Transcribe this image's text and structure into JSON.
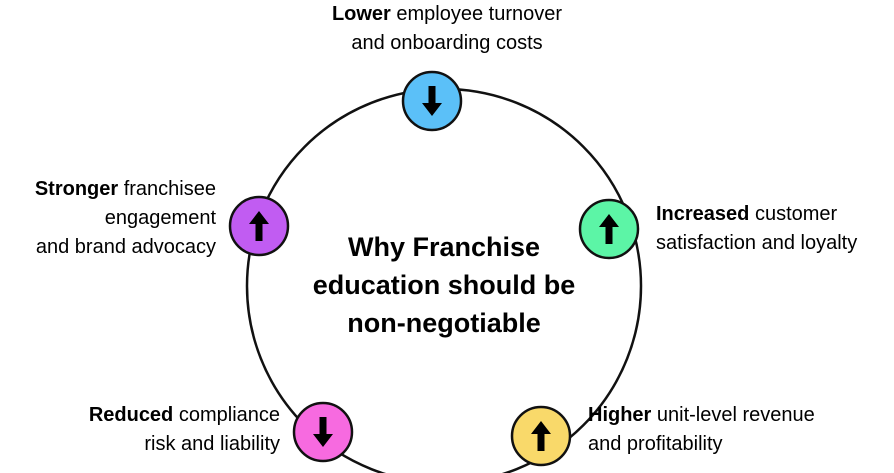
{
  "diagram": {
    "title_lines": [
      "Why Franchise",
      "education should be",
      "non-negotiable"
    ],
    "items": [
      {
        "position": "top",
        "bold": "Lower",
        "line1_rest": " employee turnover",
        "line2": "and onboarding costs",
        "line3": "",
        "direction": "down",
        "color": "#5bc0f8"
      },
      {
        "position": "right",
        "bold": "Increased",
        "line1_rest": " customer",
        "line2": "satisfaction and loyalty",
        "line3": "",
        "direction": "up",
        "color": "#5cf5a6"
      },
      {
        "position": "bottom-right",
        "bold": "Higher",
        "line1_rest": " unit-level revenue",
        "line2": "and profitability",
        "line3": "",
        "direction": "up",
        "color": "#f9d96a"
      },
      {
        "position": "bottom-left",
        "bold": "Reduced",
        "line1_rest": " compliance",
        "line2": "risk and liability",
        "line3": "",
        "direction": "down",
        "color": "#f76ae0"
      },
      {
        "position": "left",
        "bold": "Stronger",
        "line1_rest": " franchisee",
        "line2": "engagement",
        "line3": "and brand advocacy",
        "direction": "up",
        "color": "#c15cf2"
      }
    ],
    "ring_color": "#111111",
    "arrow_color": "#000000"
  }
}
